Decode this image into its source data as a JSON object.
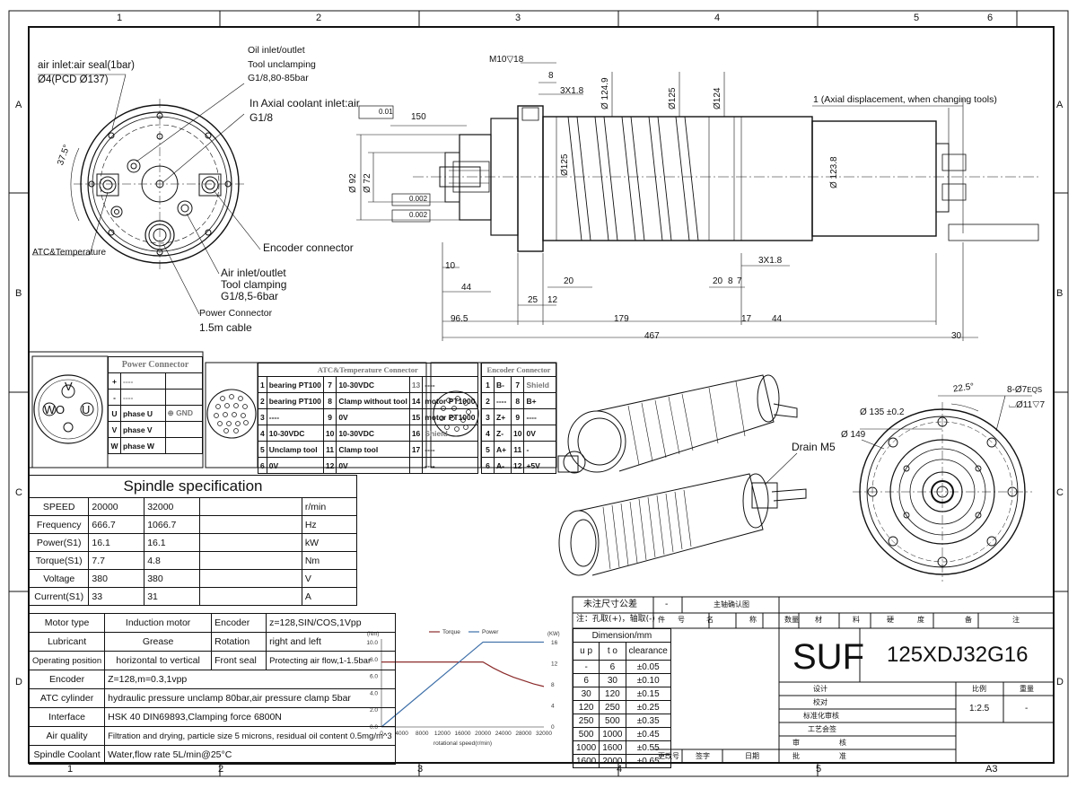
{
  "frame": {
    "col_numbers": [
      "1",
      "2",
      "3",
      "4",
      "5",
      "6"
    ],
    "row_letters": [
      "A",
      "B",
      "C",
      "D"
    ],
    "sheet_size": "A3"
  },
  "rear_view": {
    "air_inlet_label_1": "air inlet:air seal(1bar)",
    "air_inlet_label_2": "Ø4(PCD Ø137)",
    "oil_label_1": "Oil inlet/outlet",
    "oil_label_2": "Tool unclamping",
    "oil_label_3": "G1/8,80-85bar",
    "coolant_label_1": "In Axial coolant inlet:air",
    "coolant_label_2": "G1/8",
    "angle": "37.5°",
    "atc_label": "ATC&Temperature",
    "encoder_label": "Encoder  connector",
    "air_io_label_1": "Air inlet/outlet",
    "air_io_label_2": "Tool clamping",
    "air_io_label_3": "G1/8,5-6bar",
    "power_label_1": "Power Connector",
    "power_label_2": "1.5m cable"
  },
  "side_view": {
    "m10": "M10▽18",
    "d8": "8",
    "chamfer1": "3X1.8",
    "d1249": "Ø 124.9",
    "d125a": "Ø125",
    "d124": "Ø124",
    "axial_note": "1 (Axial displacement, when changing tools)",
    "tol_flat": "0.01",
    "d150": "150",
    "d92": "Ø 92",
    "d72": "Ø 72",
    "tol_002a": "0.002",
    "tol_002b": "0.002",
    "d125b": "Ø125",
    "d1238": "Ø 123.8",
    "chamfer2": "3X1.8",
    "d10": "10",
    "d44a": "44",
    "d20a": "20",
    "d25": "25",
    "d12": "12",
    "d20b": "20",
    "d8b": "8",
    "d7": "7",
    "d965": "96.5",
    "d179": "179",
    "d17": "17",
    "d44b": "44",
    "d467": "467",
    "d30": "30"
  },
  "power_connector": {
    "title": "Power Connector",
    "pins": [
      {
        "pin": "+",
        "name": "----",
        "extra": ""
      },
      {
        "pin": "-",
        "name": "----",
        "extra": ""
      },
      {
        "pin": "U",
        "name": "phase U",
        "extra": "GND"
      },
      {
        "pin": "V",
        "name": "phase V",
        "extra": ""
      },
      {
        "pin": "W",
        "name": "phase W",
        "extra": ""
      }
    ],
    "face_labels": [
      "V",
      "W",
      "O",
      "U"
    ]
  },
  "atc_connector": {
    "title": "ATC&Temperature Connector",
    "rows": [
      [
        "1",
        "bearing PT100",
        "7",
        "10-30VDC",
        "13",
        "----"
      ],
      [
        "2",
        "bearing PT100",
        "8",
        "Clamp without tool",
        "14",
        "motor PT1000"
      ],
      [
        "3",
        "----",
        "9",
        "0V",
        "15",
        "motor PT1000"
      ],
      [
        "4",
        "10-30VDC",
        "10",
        "10-30VDC",
        "16",
        "Shield"
      ],
      [
        "5",
        "Unclamp tool",
        "11",
        "Clamp tool",
        "17",
        "----"
      ],
      [
        "6",
        "0V",
        "12",
        "0V",
        "",
        "----"
      ]
    ]
  },
  "encoder_connector": {
    "title": "Encoder Connector",
    "rows": [
      [
        "1",
        "B-",
        "7",
        "Shield"
      ],
      [
        "2",
        "----",
        "8",
        "B+"
      ],
      [
        "3",
        "Z+",
        "9",
        "----"
      ],
      [
        "4",
        "Z-",
        "10",
        "0V"
      ],
      [
        "5",
        "A+",
        "11",
        "-"
      ],
      [
        "6",
        "A-",
        "12",
        "+5V"
      ]
    ]
  },
  "front_view": {
    "angle": "22.5°",
    "holes": "8-Ø7",
    "eqs": "EQS",
    "cbore": "⌴Ø11▽7",
    "pcd": "Ø 135 ±0.2",
    "od": "Ø 149"
  },
  "iso_view": {
    "drain": "Drain M5"
  },
  "spec": {
    "title": "Spindle specification",
    "rows": [
      {
        "k": "SPEED",
        "v1": "20000",
        "v2": "32000",
        "u": "r/min"
      },
      {
        "k": "Frequency",
        "v1": "666.7",
        "v2": "1066.7",
        "u": "Hz"
      },
      {
        "k": "Power(S1)",
        "v1": "16.1",
        "v2": "16.1",
        "u": "kW"
      },
      {
        "k": "Torque(S1)",
        "v1": "7.7",
        "v2": "4.8",
        "u": "Nm"
      },
      {
        "k": "Voltage",
        "v1": "380",
        "v2": "380",
        "u": "V"
      },
      {
        "k": "Current(S1)",
        "v1": "33",
        "v2": "31",
        "u": "A"
      }
    ],
    "motor_type_k": "Motor type",
    "motor_type_v": "Induction motor",
    "encoder_k": "Encoder",
    "encoder_v": "z=128,SIN/COS,1Vpp",
    "lubricant_k": "Lubricant",
    "lubricant_v": "Grease",
    "rotation_k": "Rotation",
    "rotation_v": "right and left",
    "op_pos_k": "Operating position",
    "op_pos_v": "horizontal to vertical",
    "front_seal_k": "Front seal",
    "front_seal_v": "Protecting air flow,1-1.5bar",
    "encoder2_k": "Encoder",
    "encoder2_v": "Z=128,m=0.3,1vpp",
    "atc_k": "ATC cylinder",
    "atc_v": "hydraulic pressure unclamp 80bar,air pressure clamp 5bar",
    "interface_k": "Interface",
    "interface_v": "HSK 40 DIN69893,Clamping force 6800N",
    "air_k": "Air quality",
    "air_v": "Filtration and drying, particle size 5 microns, residual oil content 0.5mg/m^3",
    "coolant_k": "Spindle Coolant",
    "coolant_v": "Water,flow rate 5L/min@25°C"
  },
  "chart_data": {
    "type": "line",
    "xlabel": "rotational speed(r/min)",
    "ylabel_left": "(Nm)",
    "ylabel_right": "(KW)",
    "xlim": [
      0,
      32000
    ],
    "ylim_left": [
      0,
      10
    ],
    "ylim_right": [
      0,
      16
    ],
    "xticks": [
      0,
      4000,
      8000,
      12000,
      16000,
      20000,
      24000,
      28000,
      32000
    ],
    "yticks_left": [
      0.0,
      2.0,
      4.0,
      6.0,
      8.0,
      10.0
    ],
    "yticks_right": [
      0,
      4,
      8,
      12,
      16
    ],
    "grid": false,
    "legend_position": "top",
    "series": [
      {
        "name": "Torque",
        "axis": "left",
        "color": "#8b2a2a",
        "x": [
          0,
          20000,
          22000,
          24000,
          26000,
          28000,
          30000,
          32000
        ],
        "y": [
          7.7,
          7.7,
          7.0,
          6.4,
          5.9,
          5.5,
          5.1,
          4.8
        ]
      },
      {
        "name": "Power",
        "axis": "right",
        "color": "#3d6fa8",
        "x": [
          0,
          20000,
          32000
        ],
        "y": [
          0,
          16.1,
          16.1
        ]
      }
    ]
  },
  "title_block": {
    "tol_head": "未注尺寸公差",
    "dash": "-",
    "confirm": "主轴确认图",
    "note": "注：孔取(+)，轴取(-)",
    "cols": [
      "件",
      "号",
      "名",
      "称",
      "数量",
      "材",
      "料",
      "硬",
      "度",
      "备",
      "注"
    ],
    "dim_head": "Dimension/mm",
    "up": "u p",
    "to": "t o",
    "clearance": "clearance",
    "dims": [
      [
        "-",
        "6",
        "±0.05"
      ],
      [
        "6",
        "30",
        "±0.10"
      ],
      [
        "30",
        "120",
        "±0.15"
      ],
      [
        "120",
        "250",
        "±0.25"
      ],
      [
        "250",
        "500",
        "±0.35"
      ],
      [
        "500",
        "1000",
        "±0.45"
      ],
      [
        "1000",
        "1600",
        "±0.55"
      ],
      [
        "1600",
        "2000",
        "±0.65"
      ]
    ],
    "brand": "SUF",
    "model": "125XDJ32G16",
    "design": "设计",
    "check": "校对",
    "std": "标准化审核",
    "process": "工艺会签",
    "review": "审",
    "review2": "核",
    "approve": "批",
    "approve2": "准",
    "scale_k": "比例",
    "weight_k": "重量",
    "scale_v": "1:2.5",
    "weight_v": "-",
    "rev": "更改号",
    "sign": "签字",
    "date": "日期"
  }
}
